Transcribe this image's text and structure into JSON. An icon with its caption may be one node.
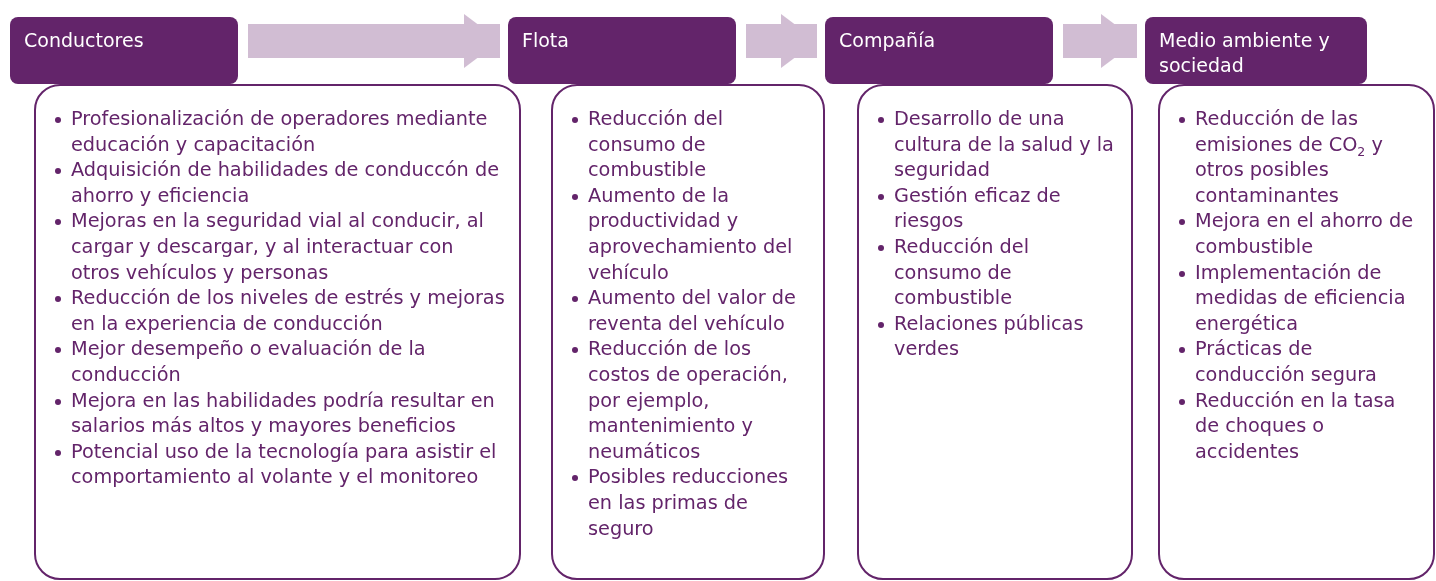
{
  "diagram": {
    "nodes": [
      {
        "text": [
          "Conductores"
        ]
      },
      {
        "text": [
          "Profesionalización de operadores mediante educación y capacitación",
          "Adquisición de habilidades de conduccón de ahorro y eficiencia",
          "Mejoras en la seguridad vial al conducir, al cargar y descargar, y al interactuar con otros vehículos y personas",
          "Reducción de los niveles de estrés y mejoras en la experiencia de conducción",
          "Mejor desempeño o evaluación de la conducción",
          "Mejora en las habilidades podría resultar en salarios más altos y mayores beneficios",
          "Potencial uso de la tecnología para asistir el comportamiento al volante y el monitoreo"
        ]
      },
      {
        "text": [
          "Flota"
        ]
      },
      {
        "text": [
          "Reducción del consumo de combustible",
          "Aumento de la productividad y aprovechamiento del vehículo",
          "Aumento del valor de reventa del vehículo",
          "Reducción de los costos de operación, por ejemplo, mantenimiento y neumáticos",
          "Posibles reducciones en las primas de seguro"
        ]
      },
      {
        "text": [
          "Compañía"
        ]
      },
      {
        "text": [
          "Desarrollo de una cultura de la salud y la seguridad",
          "Gestión eficaz de riesgos",
          "Reducción del consumo de combustible",
          "Relaciones públicas verdes"
        ]
      },
      {
        "text": [
          "Medio ambiente y sociedad"
        ]
      },
      {
        "text": [
          "Reducción de las emisiones de CO$_{2}$ y otros posibles contaminantes",
          "Mejora en el ahorro de combustible",
          "Implementación de medidas de eficiencia energética",
          "Prácticas de conducción segura",
          "Reducción en la tasa de choques o accidentes"
        ]
      }
    ],
    "edges": [
      {
        "from": 0,
        "to": 2,
        "arrow": "to"
      },
      {
        "from": 2,
        "to": 4,
        "arrow": "to"
      },
      {
        "from": 4,
        "to": 6,
        "arrow": "to"
      }
    ]
  }
}
